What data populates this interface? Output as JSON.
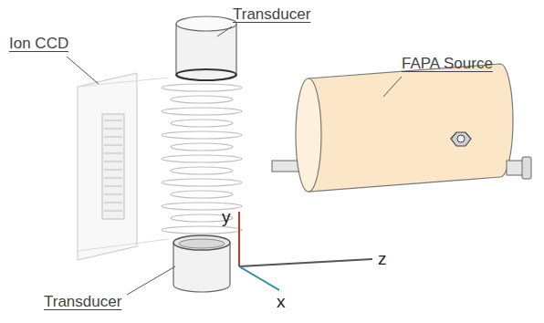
{
  "diagram": {
    "labels": [
      "Transducer",
      "Ion CCD",
      "FAPA Source",
      "y",
      "z",
      "Transducer",
      "x"
    ]
  }
}
